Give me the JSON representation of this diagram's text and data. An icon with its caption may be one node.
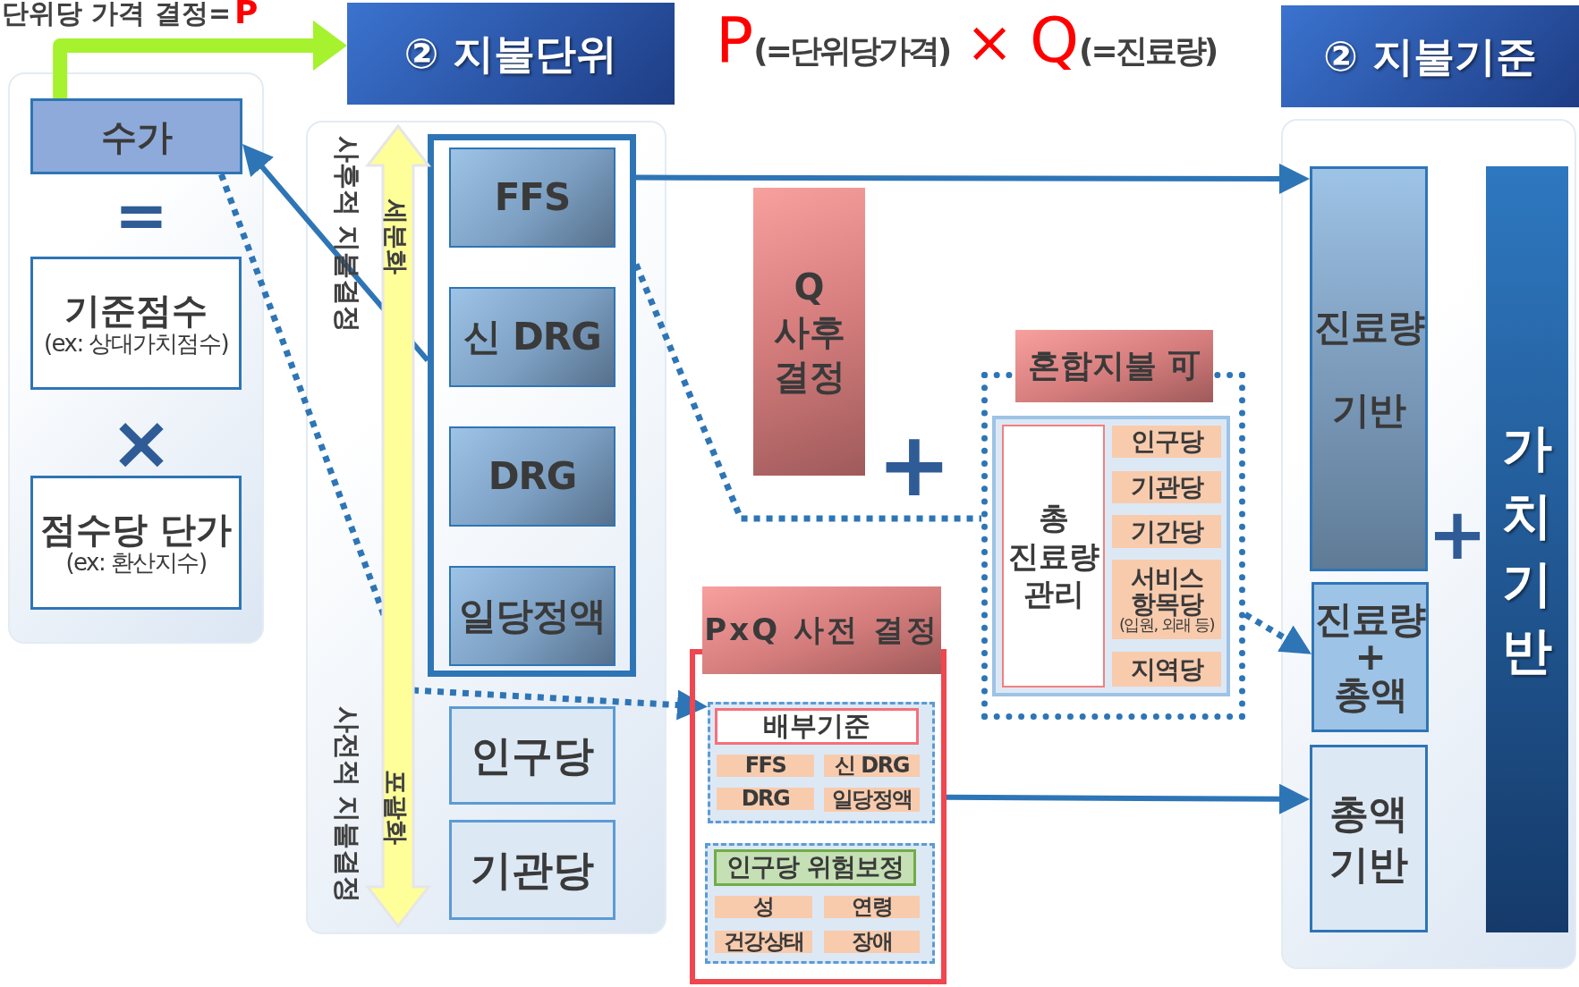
{
  "diagram": {
    "nodes": [
      {
        "text": [],
        "shape": "box"
      },
      {
        "text": [
          "수가"
        ],
        "in": 0
      },
      {
        "text": [
          "기준점수",
          "(ex: 상대가치점수)"
        ],
        "in": 0
      },
      {
        "text": [
          "점수당 단가",
          "(ex: 환산지수)"
        ],
        "in": 0
      },
      {
        "text": [
          "② 지불단위"
        ]
      },
      {
        "text": [],
        "shape": "box"
      },
      {
        "text": [],
        "shape": "box",
        "in": 5
      },
      {
        "text": [
          "FFS"
        ],
        "in": 6
      },
      {
        "text": [
          "신 DRG"
        ],
        "in": 6
      },
      {
        "text": [
          "DRG"
        ],
        "in": 6
      },
      {
        "text": [
          "일당정액"
        ],
        "in": 6
      },
      {
        "text": [
          "인구당"
        ],
        "in": 5
      },
      {
        "text": [
          "기관당"
        ],
        "in": 5
      },
      {
        "text": [
          "Q 사후 결정"
        ]
      },
      {
        "text": [
          "혼합지불 可"
        ]
      },
      {
        "text": [],
        "shape": "box",
        "in": 14
      },
      {
        "text": [
          "총 진료량 관리"
        ],
        "in": 15
      },
      {
        "text": [
          "인구당"
        ],
        "in": 15
      },
      {
        "text": [
          "기관당"
        ],
        "in": 15
      },
      {
        "text": [
          "기간당"
        ],
        "in": 15
      },
      {
        "text": [
          "서비스 항목당",
          "(입원, 외래 등)"
        ],
        "in": 15
      },
      {
        "text": [
          "지역당"
        ],
        "in": 15
      },
      {
        "text": [
          "PxQ 사전 결정"
        ]
      },
      {
        "text": [],
        "shape": "box",
        "in": 22
      },
      {
        "text": [
          "배부기준"
        ],
        "in": 23
      },
      {
        "text": [
          "FFS"
        ],
        "in": 23
      },
      {
        "text": [
          "신 DRG"
        ],
        "in": 23
      },
      {
        "text": [
          "DRG"
        ],
        "in": 23
      },
      {
        "text": [
          "일당정액"
        ],
        "in": 23
      },
      {
        "text": [],
        "shape": "box",
        "in": 22
      },
      {
        "text": [
          "인구당 위험보정"
        ],
        "in": 29
      },
      {
        "text": [
          "성"
        ],
        "in": 29
      },
      {
        "text": [
          "연령"
        ],
        "in": 29
      },
      {
        "text": [
          "건강상태"
        ],
        "in": 29
      },
      {
        "text": [
          "장애"
        ],
        "in": 29
      },
      {
        "text": [
          "② 지불기준"
        ]
      },
      {
        "text": [],
        "shape": "box"
      },
      {
        "text": [
          "진료량 기반"
        ],
        "in": 36
      },
      {
        "text": [
          "진료량 + 총액"
        ],
        "in": 36
      },
      {
        "text": [
          "총액 기반"
        ],
        "in": 36
      },
      {
        "text": [
          "가치기반"
        ],
        "in": 36
      }
    ],
    "edges": [
      {
        "from": 1,
        "to": 4,
        "arrow": "to",
        "style": "thick",
        "color": "#a6f22e"
      },
      {
        "from": 6,
        "to": 1,
        "arrow": "to"
      },
      {
        "from": 1,
        "to": 23,
        "arrow": "to",
        "style": "dashed"
      },
      {
        "from": 6,
        "to": 37,
        "arrow": "to"
      },
      {
        "from": 6,
        "to": 14,
        "arrow": "none",
        "style": "dashed"
      },
      {
        "from": 14,
        "to": 38,
        "arrow": "to",
        "style": "dashed"
      },
      {
        "from": 22,
        "to": 39,
        "arrow": "to"
      }
    ],
    "labels": [
      "단위당 가격 결정=",
      "P",
      "=",
      "×",
      "P",
      "(=단위당가격)",
      "×",
      "Q",
      "(=진료량)",
      "사후적 지불결정",
      "세분화",
      "사전적 지불결정",
      "포괄화",
      "+",
      "+"
    ]
  }
}
